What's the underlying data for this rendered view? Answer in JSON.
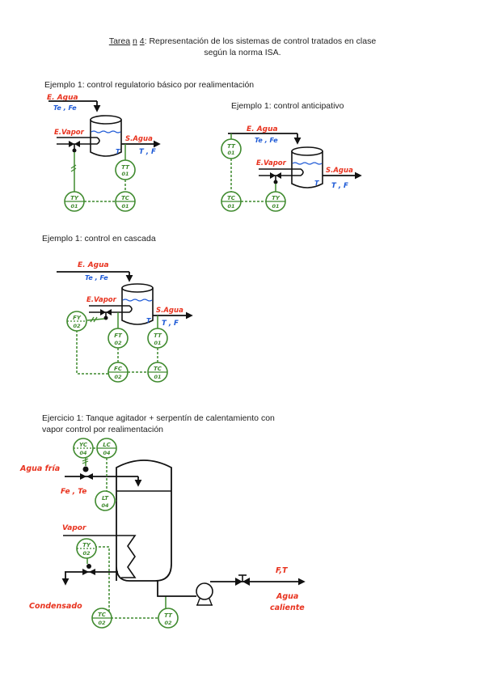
{
  "header": {
    "title_parts": [
      "Tarea",
      "n",
      "4"
    ],
    "title_rest": ": Representación de los sistemas de control tratados en clase",
    "title_line2": "según la norma ISA."
  },
  "colors": {
    "instrument": "#3f8a2e",
    "stream_label": "#e8321e",
    "property_label": "#1e5ad6",
    "pipe": "#111111",
    "text": "#222222"
  },
  "sections": [
    {
      "heading": "Ejemplo 1: control regulatorio básico por realimentación",
      "labels": {
        "inlet": "E. Agua",
        "inlet_props": "Te , Fe",
        "steam": "E.Vapor",
        "outlet": "S.Agua",
        "outlet_props": "T , F",
        "tank_temp": "T"
      },
      "instruments": [
        {
          "tag": "TT",
          "num": "01",
          "type": "transmitter"
        },
        {
          "tag": "TC",
          "num": "01",
          "type": "controller"
        },
        {
          "tag": "TY",
          "num": "01",
          "type": "converter"
        }
      ]
    },
    {
      "heading": "Ejemplo 1: control anticipativo",
      "labels": {
        "inlet": "E. Agua",
        "inlet_props": "Te , Fe",
        "steam": "E.Vapor",
        "outlet": "S.Agua",
        "outlet_props": "T , F",
        "tank_temp": "T"
      },
      "instruments": [
        {
          "tag": "TT",
          "num": "01",
          "type": "transmitter"
        },
        {
          "tag": "TC",
          "num": "01",
          "type": "controller"
        },
        {
          "tag": "TY",
          "num": "01",
          "type": "converter"
        }
      ]
    },
    {
      "heading": "Ejemplo 1: control en cascada",
      "labels": {
        "inlet": "E. Agua",
        "inlet_props": "Te , Fe",
        "steam": "E.Vapor",
        "outlet": "S.Agua",
        "outlet_props": "T , F",
        "tank_temp": "T"
      },
      "instruments": [
        {
          "tag": "FY",
          "num": "02",
          "type": "converter"
        },
        {
          "tag": "FT",
          "num": "02",
          "type": "transmitter"
        },
        {
          "tag": "TT",
          "num": "01",
          "type": "transmitter"
        },
        {
          "tag": "FC",
          "num": "02",
          "type": "controller"
        },
        {
          "tag": "TC",
          "num": "01",
          "type": "controller"
        }
      ]
    },
    {
      "heading_line1": "Ejercicio 1: Tanque agitador + serpentín de calentamiento con",
      "heading_line2": "vapor control por realimentación",
      "labels": {
        "cold_water": "Agua fría",
        "cold_props": "Fe , Te",
        "steam": "Vapor",
        "condensate": "Condensado",
        "hot_props": "F,T",
        "hot_water_1": "Agua",
        "hot_water_2": "caliente"
      },
      "instruments": [
        {
          "tag": "YC",
          "num": "04",
          "type": "controller"
        },
        {
          "tag": "LC",
          "num": "04",
          "type": "controller"
        },
        {
          "tag": "LT",
          "num": "04",
          "type": "transmitter"
        },
        {
          "tag": "TY",
          "num": "02",
          "type": "converter"
        },
        {
          "tag": "TC",
          "num": "02",
          "type": "controller"
        },
        {
          "tag": "TT",
          "num": "02",
          "type": "transmitter"
        }
      ]
    }
  ]
}
